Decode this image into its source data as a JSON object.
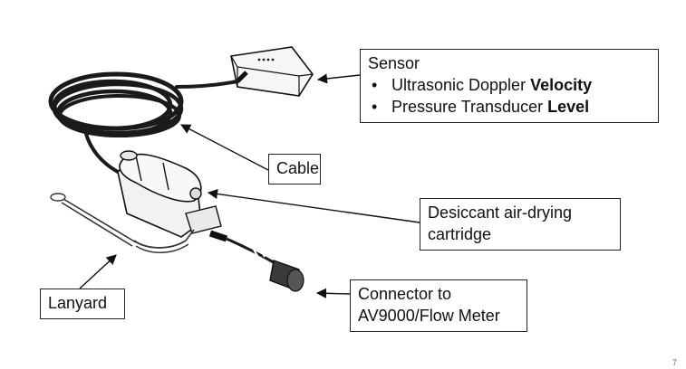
{
  "labels": {
    "sensor": {
      "title": "Sensor",
      "bullets": [
        {
          "text": "Ultrasonic Doppler ",
          "bold": "Velocity"
        },
        {
          "text": "Pressure Transducer ",
          "bold": "Level"
        }
      ]
    },
    "cable": "Cable",
    "desiccant": {
      "line1": "Desiccant air-drying",
      "line2": "cartridge"
    },
    "lanyard": "Lanyard",
    "connector": {
      "line1": "Connector to",
      "line2": "AV9000/Flow Meter"
    }
  },
  "page_number": "7",
  "colors": {
    "line": "#111111",
    "cable": "#1a1a1a",
    "body": "#f4f4f4"
  }
}
